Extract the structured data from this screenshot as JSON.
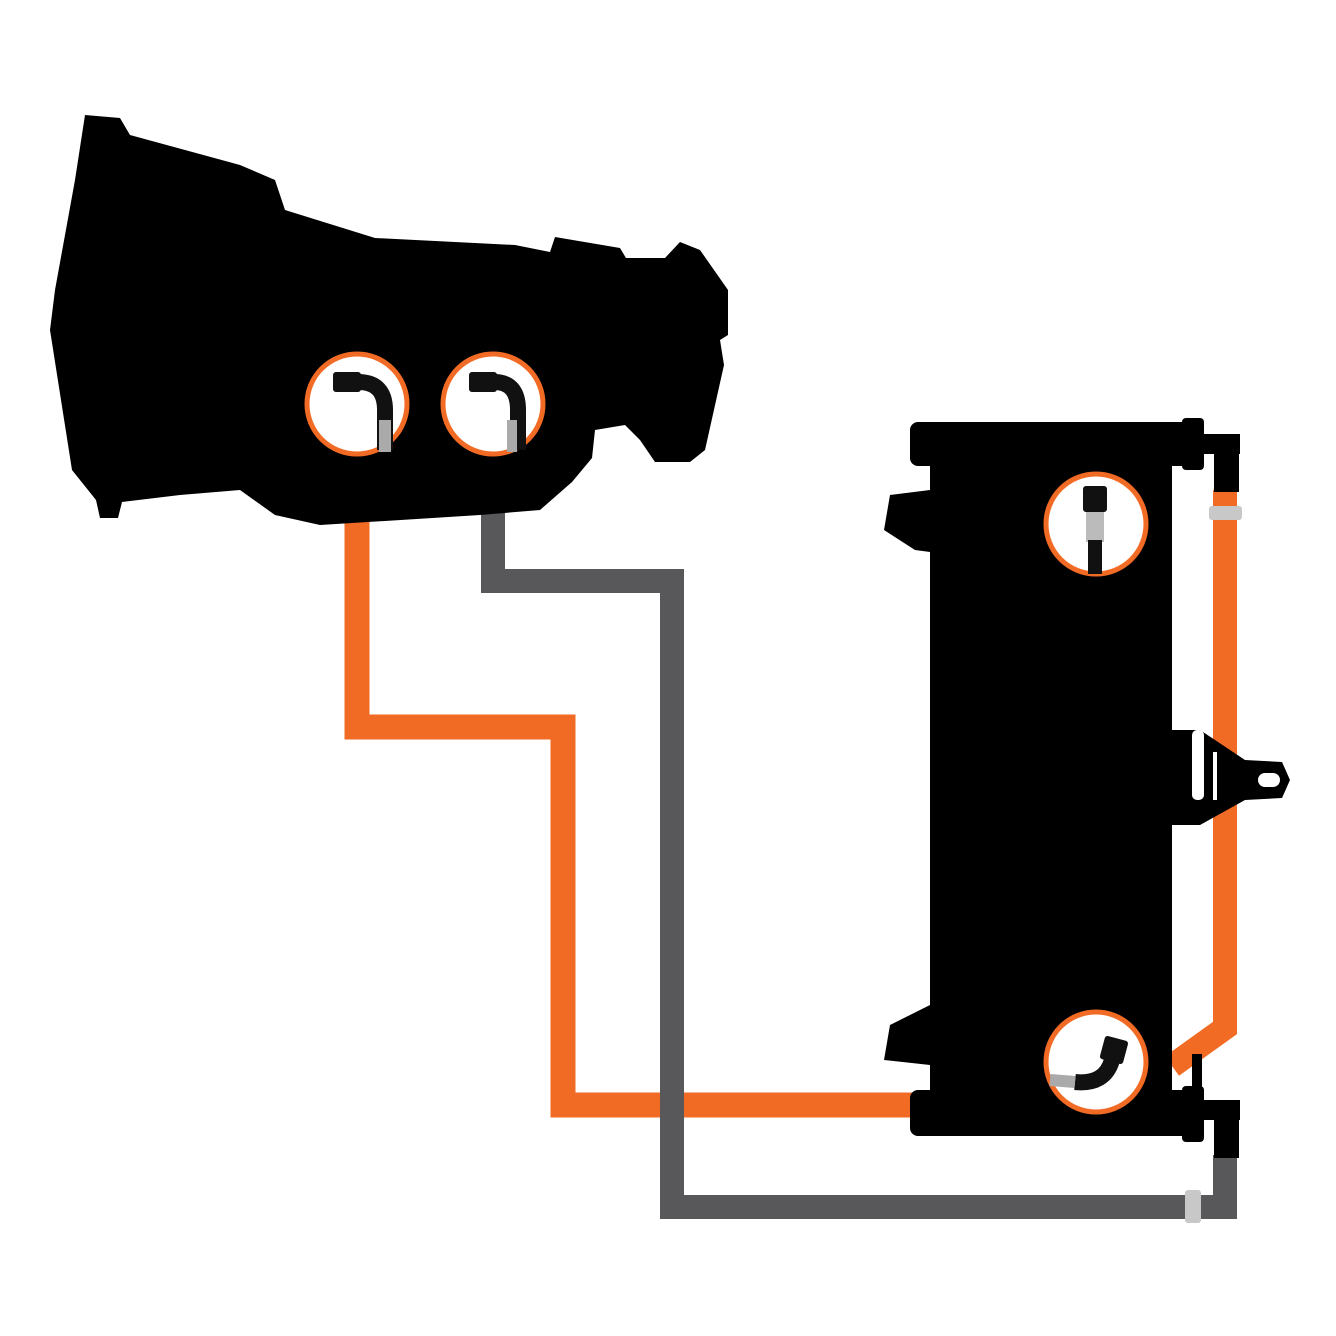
{
  "diagram": {
    "components": [
      "transmission",
      "oil-cooler",
      "feed-line",
      "return-line"
    ],
    "colors": {
      "background": "#ffffff",
      "silhouette": "#000000",
      "feed_line": "#f26b24",
      "return_line": "#58585a",
      "callout_ring": "#f26b24",
      "connector": "#c8c8c8"
    },
    "icons": [
      "elbow-fitting-icon",
      "straight-fitting-icon"
    ]
  }
}
